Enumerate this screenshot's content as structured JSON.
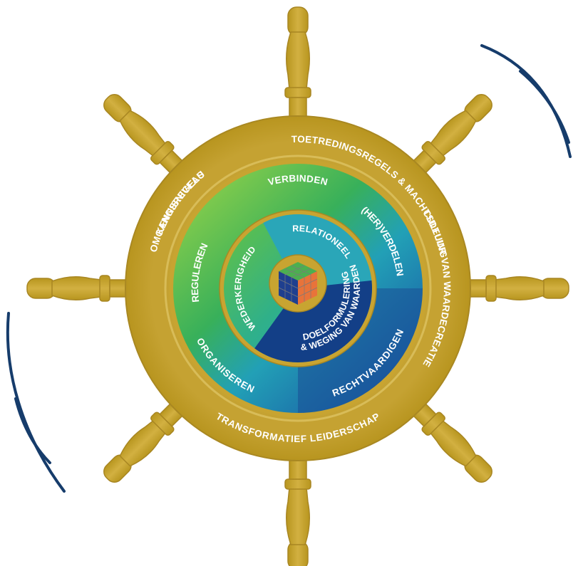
{
  "outer_ring": {
    "top_left": "KENNISNIVEAU",
    "top_right": "TOETREDINGSREGELS & MACHTSDELING",
    "left": "CULTUUR VAN WAARDECREATIE",
    "right": "OMGANGSREGELS",
    "bottom": "TRANSFORMATIEF LEIDERSCHAP"
  },
  "middle_ring": {
    "top": "VERBINDEN",
    "left": "REGULEREN",
    "right": "(HER)VERDELEN",
    "bottom_left": "ORGANISEREN",
    "bottom_right": "RECHTVAARDIGEN"
  },
  "inner_ring": {
    "top": "RELATIONEEL",
    "left": "WEDERKERIGHEID",
    "bottom_line1": "DOELFORMULERING",
    "bottom_line2": "& WEGING VAN WAARDEN"
  },
  "colors": {
    "gold": "#c8a431",
    "gold_dark": "#a98822",
    "green": "#4fb84a",
    "teal": "#2aa6b8",
    "navy": "#123f86",
    "line_blue": "#163c6b"
  },
  "icons": {
    "center": "rubiks-cube-icon"
  }
}
